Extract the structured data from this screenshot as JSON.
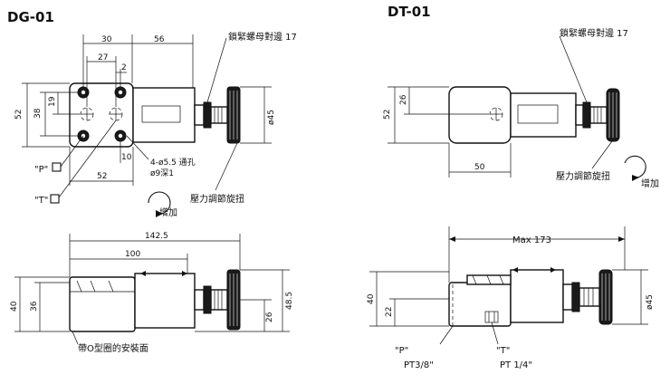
{
  "dg": {
    "title": "DG-01",
    "dims": {
      "d30": "30",
      "d56": "56",
      "d27": "27",
      "d2": "2",
      "d52_left": "52",
      "d38": "38",
      "d19": "19",
      "d10": "10",
      "d52_bottom": "52",
      "d45": "ø45",
      "d142": "142.5",
      "d100": "100",
      "d40": "40",
      "d36": "36",
      "d26": "26",
      "d48": "48.5"
    },
    "labels": {
      "locknut": "鎖緊螺母對邊 17",
      "holes_line1": "4-ø5.5 通孔",
      "holes_line2": "ø9深1",
      "port_p": "\"P\"",
      "port_t": "\"T\"",
      "knob": "壓力調節旋扭",
      "increase": "增加",
      "oring_face": "帶O型圈的安裝面"
    }
  },
  "dt": {
    "title": "DT-01",
    "dims": {
      "d52": "52",
      "d26": "26",
      "d50": "50",
      "max173": "Max 173",
      "d40": "40",
      "d22": "22",
      "d45": "ø45"
    },
    "labels": {
      "locknut": "鎖緊螺母對邊 17",
      "knob": "壓力調節旋扭",
      "increase": "增加",
      "port_p": "\"P\"",
      "port_p_thread": "PT3/8\"",
      "port_t": "\"T\"",
      "port_t_thread": "PT 1/4\""
    }
  }
}
